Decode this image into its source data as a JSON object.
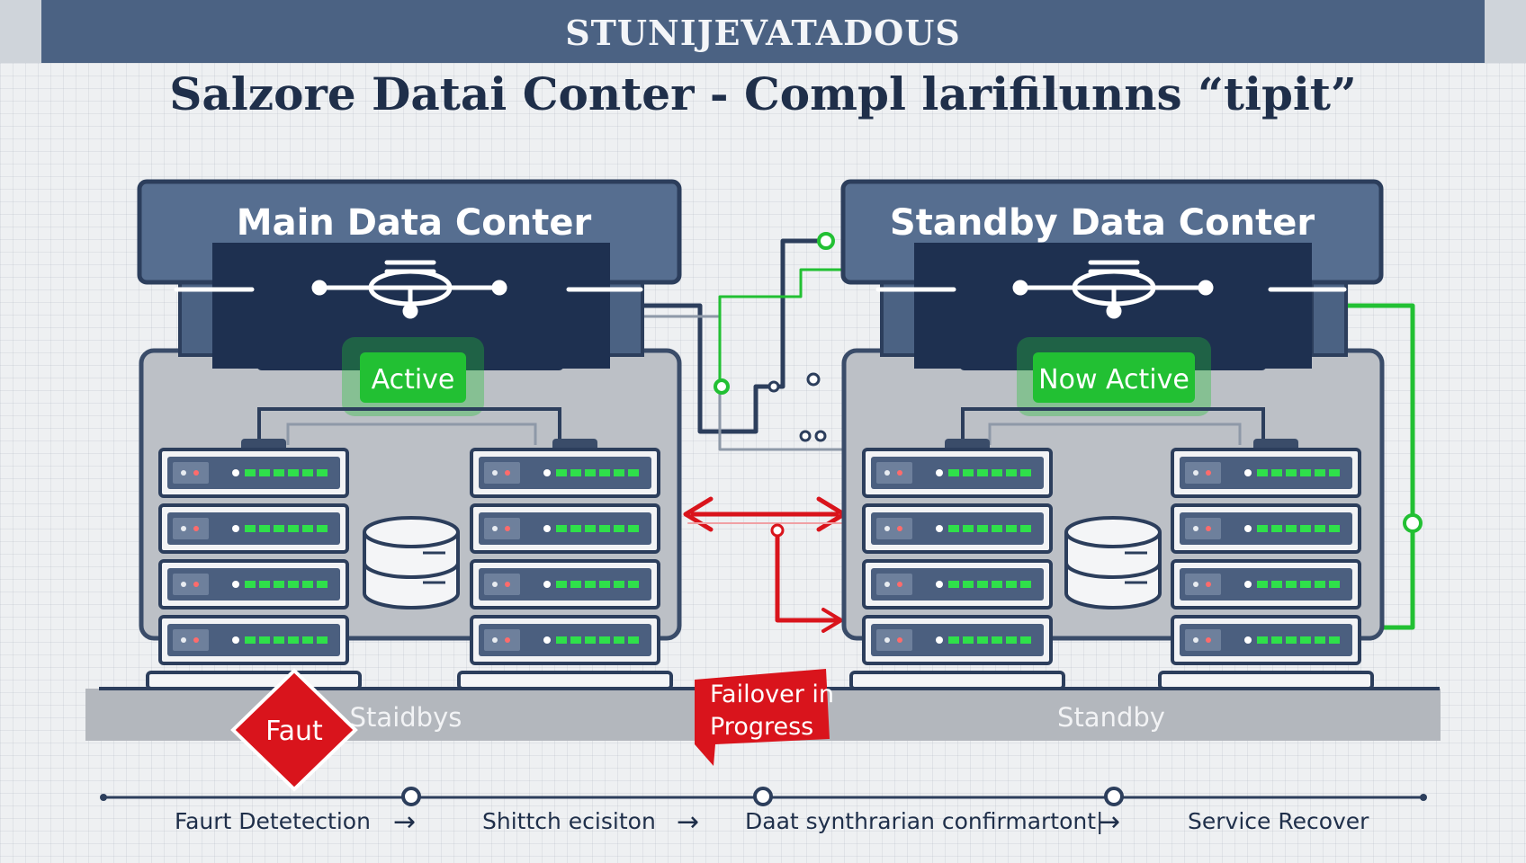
{
  "banner": {
    "text": "STUNIJEVATADOUS"
  },
  "title": "Salzore Datai Conter - Compl larifilunns “tipit”",
  "main_center": {
    "name": "Main Data Conter",
    "badge": "Active",
    "bottom_label": "Staidbys",
    "fault_label": "Faut"
  },
  "standby_center": {
    "name": "Standby Data Conter",
    "badge": "Now Active",
    "bottom_label": "Standby"
  },
  "failover": {
    "line1": "Failover in",
    "line2": "Progress"
  },
  "timeline": {
    "steps": [
      "Faurt Detetection",
      "Shittch ecisiton",
      "Daat synthrarian confirmartont|",
      "Service Recover"
    ],
    "arrow": "→"
  },
  "colors": {
    "navy": "#4b6283",
    "dark_panel": "#1e3050",
    "active_green": "#22c033",
    "fault_red": "#d9141c",
    "server_dark": "#3a4c69"
  }
}
